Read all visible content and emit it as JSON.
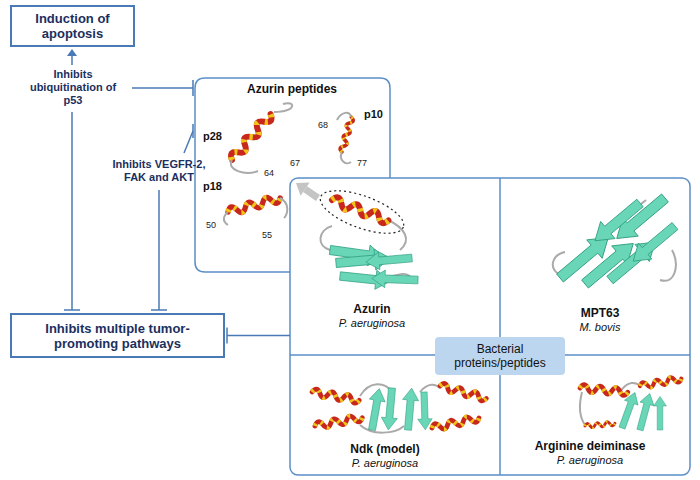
{
  "diagram": {
    "nodes": [
      {
        "text": [
          "Induction of apoptosis"
        ]
      },
      {
        "text": [
          "Azurin peptides"
        ]
      },
      {
        "text": [
          "Inhibits multiple tumor-promoting pathways"
        ]
      },
      {
        "text": [
          "Azurin",
          "P. aeruginosa"
        ]
      },
      {
        "text": [
          "MPT63",
          "M. bovis"
        ]
      },
      {
        "text": [
          "Bacterial proteins/peptides"
        ]
      },
      {
        "text": [
          "Ndk (model)",
          "P. aeruginosa"
        ]
      },
      {
        "text": [
          "Arginine deiminase",
          "P. aeruginosa"
        ]
      }
    ],
    "edges": [
      {
        "from": 3,
        "to": 1,
        "arrow": "to"
      },
      {
        "from": 3,
        "to": 2,
        "arrow": "to"
      }
    ],
    "labels": [
      "Inhibits ubiquitination of p53",
      "Inhibits VEGFR-2, FAK and AKT",
      "p28",
      "p10",
      "68",
      "77",
      "64",
      "67",
      "p18",
      "50",
      "55"
    ]
  }
}
